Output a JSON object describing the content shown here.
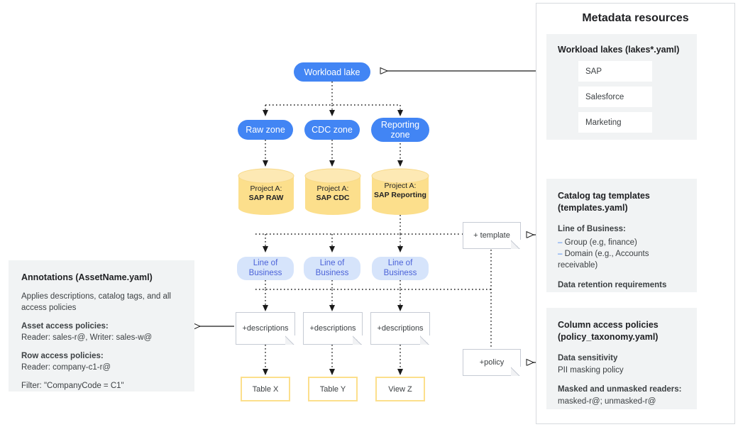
{
  "flow": {
    "root": {
      "label": "Workload lake"
    },
    "zones": [
      {
        "label": "Raw zone"
      },
      {
        "label": "CDC zone"
      },
      {
        "label": "Reporting zone"
      }
    ],
    "projects": [
      {
        "prefix": "Project A:",
        "name": "SAP RAW"
      },
      {
        "prefix": "Project A:",
        "name": "SAP CDC"
      },
      {
        "prefix": "Project A:",
        "name": "SAP Reporting"
      }
    ],
    "lob": [
      {
        "label": "Line of Business"
      },
      {
        "label": "Line of Business"
      },
      {
        "label": "Line of Business"
      }
    ],
    "descriptions": [
      {
        "label": "+descriptions"
      },
      {
        "label": "+descriptions"
      },
      {
        "label": "+descriptions"
      }
    ],
    "assets": [
      {
        "label": "Table X"
      },
      {
        "label": "Table Y"
      },
      {
        "label": "View Z"
      }
    ],
    "template_note": {
      "label": "+ template"
    },
    "policy_note": {
      "label": "+policy"
    }
  },
  "annotations": {
    "title": "Annotations (AssetName.yaml)",
    "body": "Applies descriptions, catalog tags, and all access policies",
    "asset_policies_heading": "Asset access policies:",
    "asset_policies_value": "Reader: sales-r@, Writer: sales-w@",
    "row_policies_heading": "Row access policies:",
    "row_policies_value": "Reader: company-c1-r@",
    "filter": "Filter: \"CompanyCode = C1\""
  },
  "metadata": {
    "title": "Metadata resources",
    "lakes": {
      "title": "Workload lakes (lakes*.yaml)",
      "items": [
        "SAP",
        "Salesforce",
        "Marketing"
      ]
    },
    "templates": {
      "title_line1": "Catalog tag templates",
      "title_line2": "(templates.yaml)",
      "heading": "Line of Business:",
      "bullets": [
        "Group (e.g, finance)",
        "Domain (e.g., Accounts receivable)"
      ],
      "footer": "Data retention requirements"
    },
    "policies": {
      "title_line1": "Column access policies",
      "title_line2": "(policy_taxonomy.yaml)",
      "heading1": "Data sensitivity",
      "value1": "PII masking policy",
      "heading2": "Masked and unmasked readers:",
      "value2": "masked-r@; unmasked-r@"
    }
  },
  "colors": {
    "blue": "#4285F4",
    "light_blue": "#D6E4FB",
    "yellow": "#FCDF8C",
    "panel_gray": "#f1f3f4"
  }
}
